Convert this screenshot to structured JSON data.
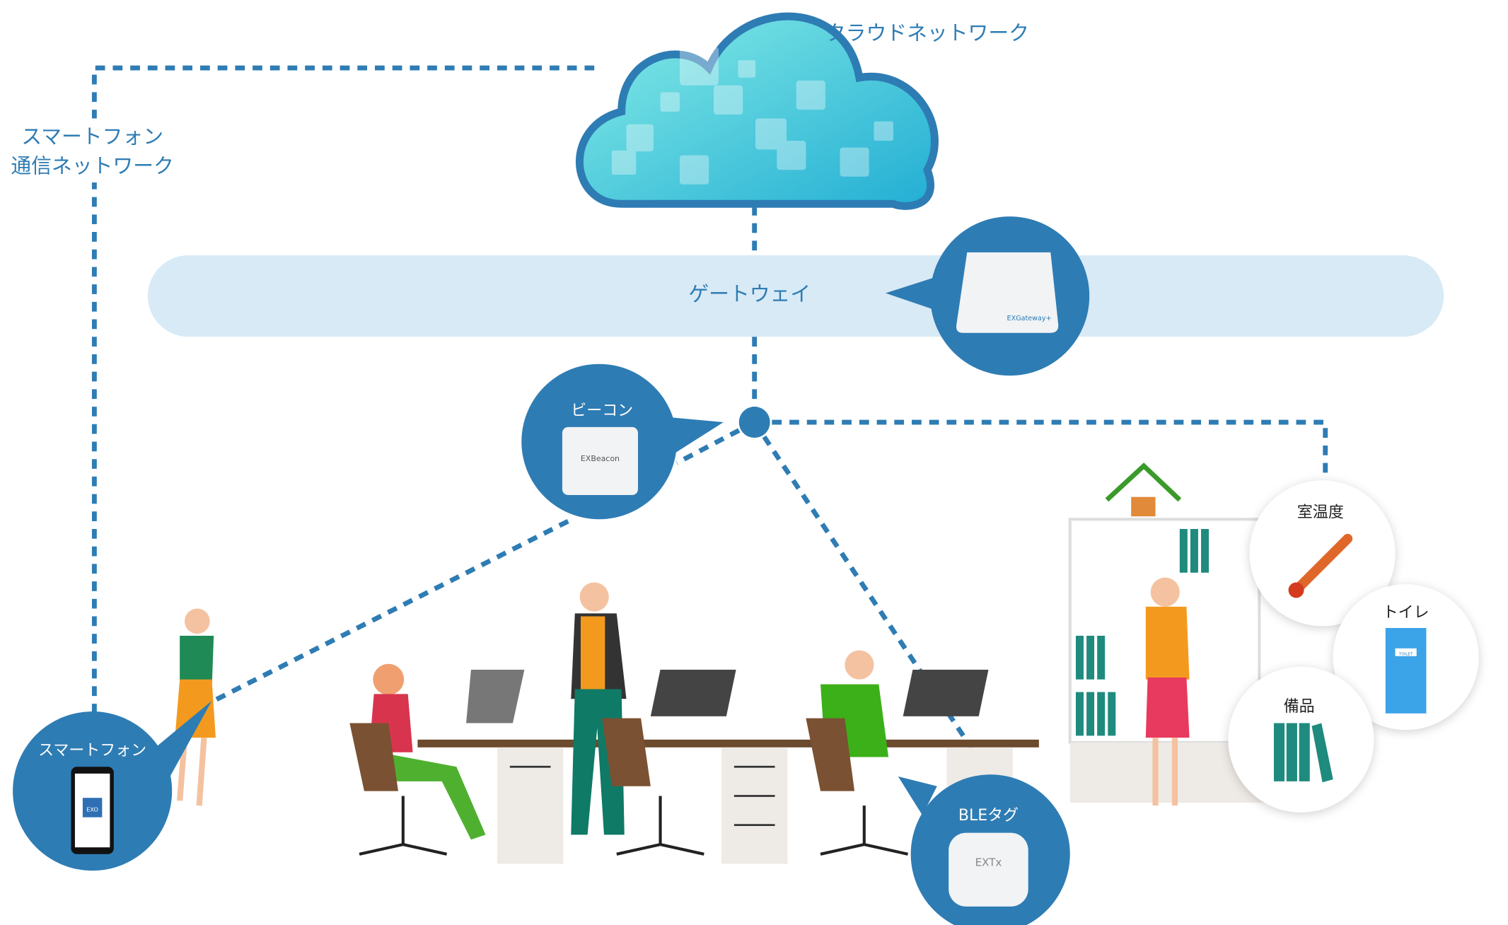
{
  "cloud": {
    "label": "クラウドネットワーク"
  },
  "smartphone_network": {
    "line1": "スマートフォン",
    "line2": "通信ネットワーク"
  },
  "gateway": {
    "label": "ゲートウェイ",
    "device_label": "EXGateway+"
  },
  "beacon": {
    "label": "ビーコン",
    "device_label": "EXBeacon"
  },
  "smartphone": {
    "label": "スマートフォン",
    "app_label": "EXO"
  },
  "ble_tag": {
    "label": "BLEタグ",
    "device_label": "EXTx"
  },
  "sensors": [
    {
      "label": "室温度"
    },
    {
      "label": "トイレ",
      "sign": "TOILET"
    },
    {
      "label": "備品"
    }
  ],
  "colors": {
    "accent": "#2e7cb4",
    "band": "#d8eaf6",
    "cloud_top": "#7ee8e6",
    "cloud_bottom": "#2bb5d6"
  }
}
